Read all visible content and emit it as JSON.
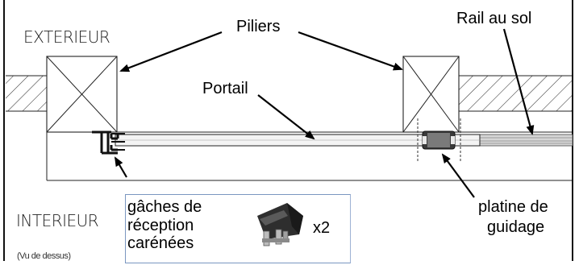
{
  "labels": {
    "exterior": "EXTERIEUR",
    "interior": "INTERIEUR",
    "pillars": "Piliers",
    "floor_rail": "Rail au sol",
    "gate": "Portail",
    "guide_plate_line1": "platine de",
    "guide_plate_line2": "guidage",
    "top_view_note": "(Vu de dessus)"
  },
  "legend": {
    "line1": "gâches de",
    "line2": "réception",
    "line3": "carénées",
    "quantity": "x2",
    "image": "strike-plate-photo"
  },
  "colors": {
    "line": "#1a1a1a",
    "arrow": "#000000",
    "hatch": "#333333",
    "gate_fill": "#f4f4f4",
    "rail_fill": "#dcdcdc",
    "legend_border": "#7a96c0"
  }
}
